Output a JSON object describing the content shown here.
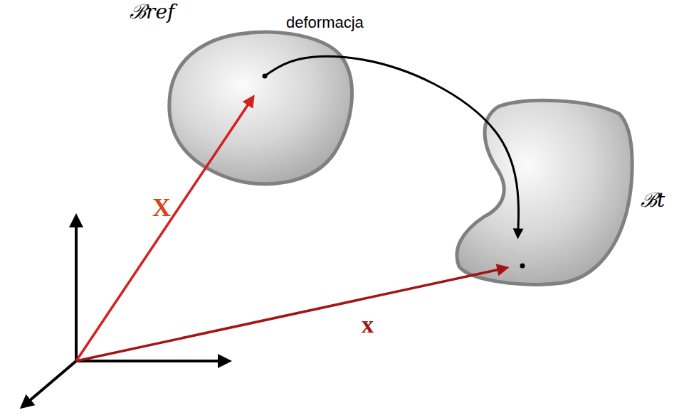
{
  "diagram": {
    "nodes": [
      {
        "text": [
          "ℬref"
        ]
      },
      {
        "text": [
          "ℬt"
        ]
      }
    ],
    "edges": [
      {
        "from": 0,
        "to": 1,
        "arrow": "to",
        "label": "deformacja"
      }
    ],
    "labels": [
      "X",
      "x"
    ]
  }
}
